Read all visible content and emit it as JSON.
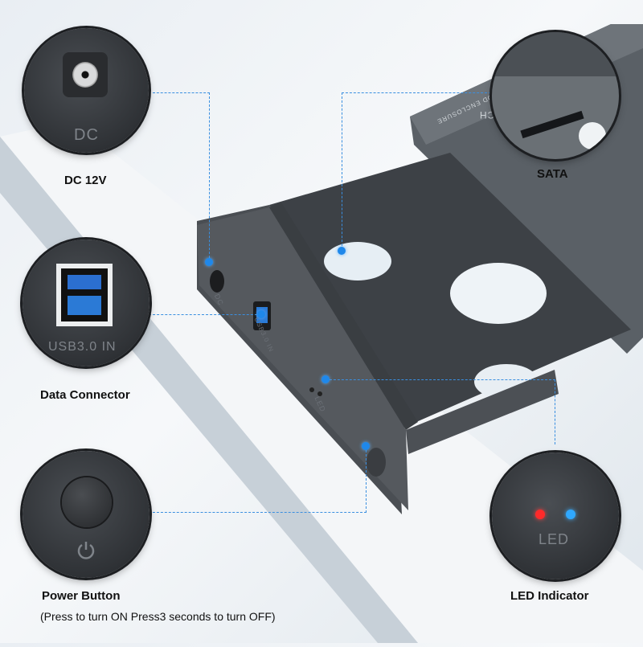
{
  "callouts": {
    "dc": {
      "label": "DC 12V",
      "engraving": "DC"
    },
    "usb": {
      "label": "Data Connector",
      "engraving": "USB3.0 IN"
    },
    "power": {
      "label": "Power Button",
      "note": "(Press to turn ON Press3 seconds to turn OFF)"
    },
    "sata": {
      "label": "SATA"
    },
    "led": {
      "label": "LED Indicator",
      "engraving": "LED"
    }
  },
  "device": {
    "panel_dc": "DC",
    "panel_usb": "USB3.0 IN",
    "panel_led": "LED",
    "case_text": "HDD ENCLOSURE",
    "case_brand": "CH"
  },
  "colors": {
    "accent": "#1f88ea",
    "led_red": "#ff2a2a",
    "led_blue": "#2fa8ff",
    "device": "#55595e"
  }
}
